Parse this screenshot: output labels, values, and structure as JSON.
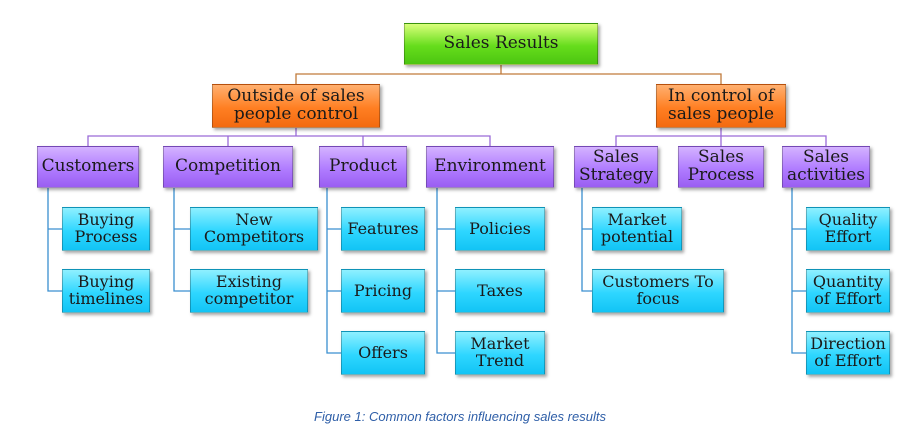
{
  "colors": {
    "root": "#66dd1c",
    "level1": "#ff7f22",
    "level2": "#b07cff",
    "leaf": "#2ed6ff",
    "connector": "#c07a3a",
    "caption": "#2f5fa8"
  },
  "root": {
    "label": "Sales Results"
  },
  "branches": [
    {
      "label": "Outside of sales\npeople control",
      "categories": [
        {
          "label": "Customers",
          "items": [
            "Buying\nProcess",
            "Buying\ntimelines"
          ]
        },
        {
          "label": "Competition",
          "items": [
            "New\nCompetitors",
            "Existing\ncompetitor"
          ]
        },
        {
          "label": "Product",
          "items": [
            "Features",
            "Pricing",
            "Offers"
          ]
        },
        {
          "label": "Environment",
          "items": [
            "Policies",
            "Taxes",
            "Market\nTrend"
          ]
        }
      ]
    },
    {
      "label": "In control of\nsales people",
      "categories": [
        {
          "label": "Sales\nStrategy",
          "items": [
            "Market\npotential",
            "Customers To\nfocus"
          ]
        },
        {
          "label": "Sales\nProcess",
          "items": []
        },
        {
          "label": "Sales\nactivities",
          "items": [
            "Quality\nEffort",
            "Quantity\nof Effort",
            "Direction\nof Effort"
          ]
        }
      ]
    }
  ],
  "caption": "Figure 1: Common factors influencing sales results"
}
